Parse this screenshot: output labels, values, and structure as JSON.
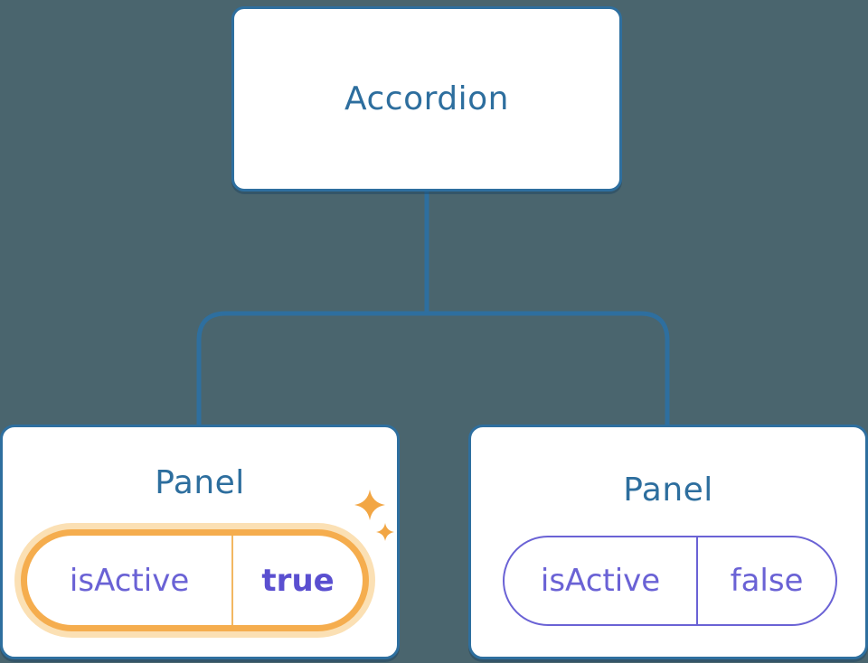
{
  "diagram": {
    "type": "component-tree",
    "root": {
      "title": "Accordion"
    },
    "children": [
      {
        "title": "Panel",
        "prop": {
          "name": "isActive",
          "value": "true"
        },
        "state": "active",
        "decoration": "sparkles-icon"
      },
      {
        "title": "Panel",
        "prop": {
          "name": "isActive",
          "value": "false"
        },
        "state": "inactive",
        "decoration": "none"
      }
    ]
  },
  "colors": {
    "bg": "#4A656E",
    "card": "#FFFFFF",
    "line": "#2E6F9F",
    "title": "#2D6E9E",
    "prop": "#6A62D5",
    "prop_strong": "#5A4FD0",
    "prop_border": "#6A62D5",
    "orange": "#F5AD4E",
    "orange_halo": "#FBE0B4",
    "orange_divider": "#F2B761",
    "sparkle": "#F2A644"
  }
}
